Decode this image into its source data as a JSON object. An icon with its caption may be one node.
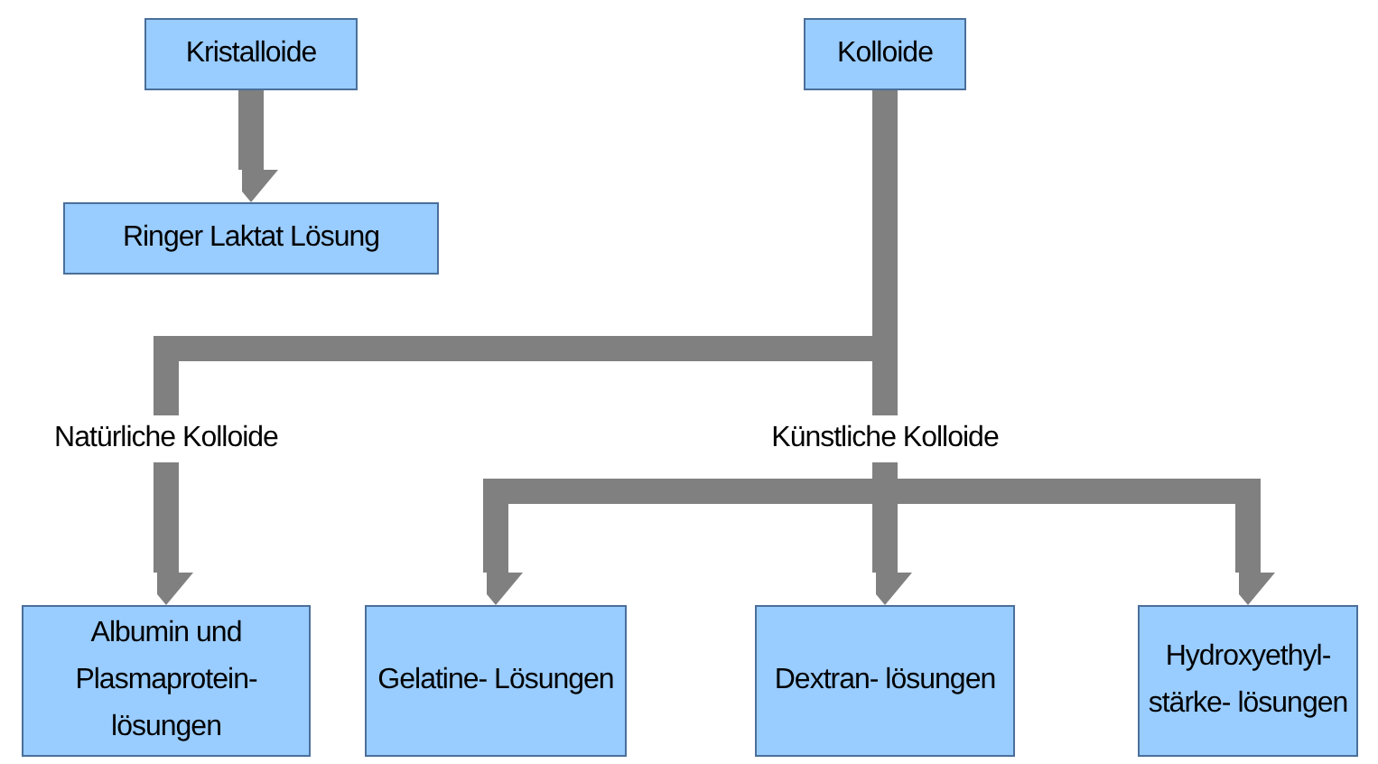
{
  "diagram": {
    "nodes": [
      {
        "text": [
          "Kristalloide"
        ]
      },
      {
        "text": [
          "Ringer Laktat Lösung"
        ]
      },
      {
        "text": [
          "Kolloide"
        ]
      },
      {
        "text": [
          "Natürliche Kolloide"
        ]
      },
      {
        "text": [
          "Künstliche Kolloide"
        ]
      },
      {
        "text": [
          "Albumin und Plasmaprotein- lösungen"
        ]
      },
      {
        "text": [
          "Gelatine- Lösungen"
        ]
      },
      {
        "text": [
          "Dextran- lösungen"
        ]
      },
      {
        "text": [
          "Hydroxyethyl- stärke- lösungen"
        ]
      }
    ],
    "edges": [
      {
        "from": 0,
        "to": 1,
        "arrow": "to"
      },
      {
        "from": 2,
        "to": 3,
        "arrow": "none"
      },
      {
        "from": 2,
        "to": 4,
        "arrow": "none"
      },
      {
        "from": 3,
        "to": 5,
        "arrow": "to"
      },
      {
        "from": 4,
        "to": 6,
        "arrow": "to"
      },
      {
        "from": 4,
        "to": 7,
        "arrow": "to"
      },
      {
        "from": 4,
        "to": 8,
        "arrow": "to"
      }
    ]
  }
}
